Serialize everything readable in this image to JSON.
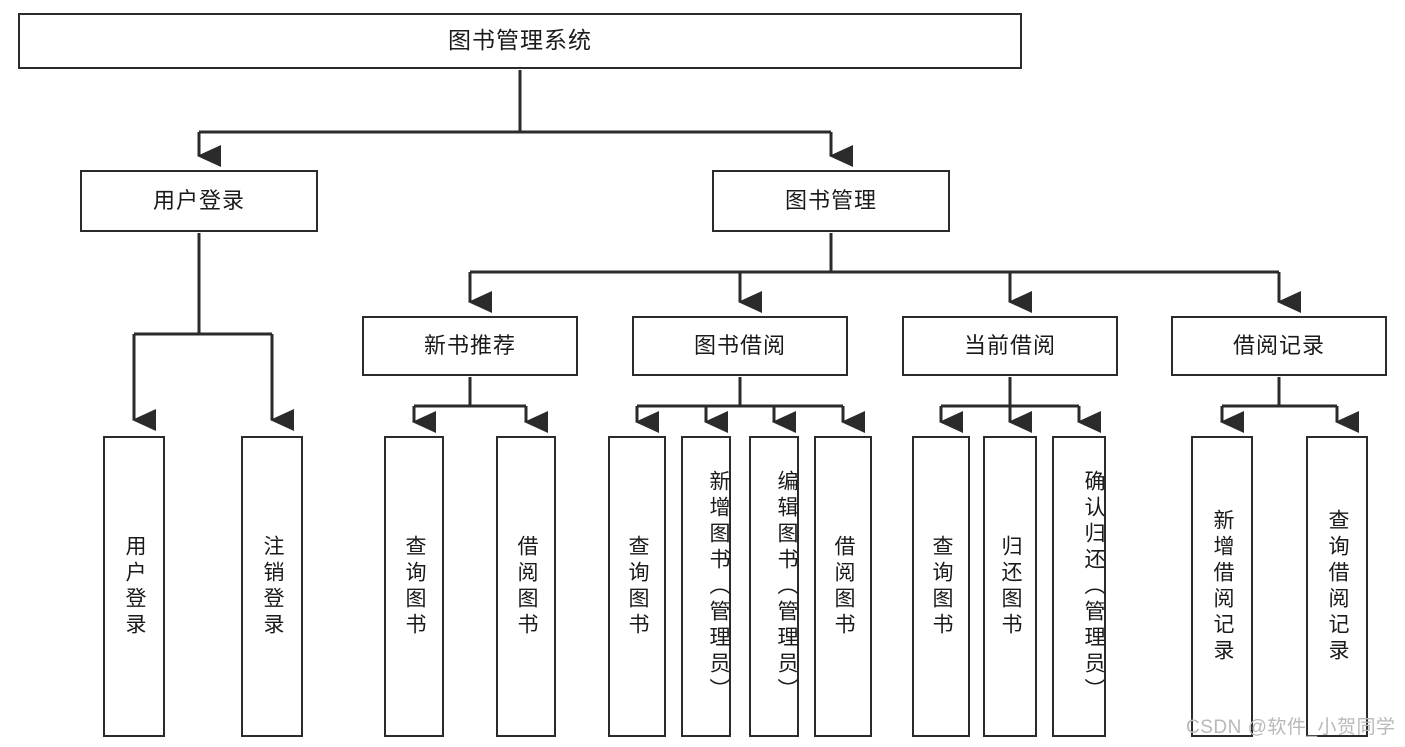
{
  "diagram": {
    "type": "hierarchy-tree",
    "title": "图书管理系统",
    "root": {
      "id": "root",
      "label": "图书管理系统"
    },
    "level2": [
      {
        "id": "user-login",
        "label": "用户登录"
      },
      {
        "id": "book-management",
        "label": "图书管理"
      }
    ],
    "level3": [
      {
        "id": "new-book-recommend",
        "label": "新书推荐",
        "parent": "book-management"
      },
      {
        "id": "book-borrow",
        "label": "图书借阅",
        "parent": "book-management"
      },
      {
        "id": "current-borrow",
        "label": "当前借阅",
        "parent": "book-management"
      },
      {
        "id": "borrow-record",
        "label": "借阅记录",
        "parent": "book-management"
      }
    ],
    "leaves": [
      {
        "id": "leaf-user-login",
        "label": "用户登录",
        "parent": "user-login"
      },
      {
        "id": "leaf-user-logout",
        "label": "注销登录",
        "parent": "user-login"
      },
      {
        "id": "leaf-query-book-1",
        "label": "查询图书",
        "parent": "new-book-recommend"
      },
      {
        "id": "leaf-borrow-book-1",
        "label": "借阅图书",
        "parent": "new-book-recommend"
      },
      {
        "id": "leaf-query-book-2",
        "label": "查询图书",
        "parent": "book-borrow"
      },
      {
        "id": "leaf-add-book",
        "label": "新增图书（管理员）",
        "parent": "book-borrow"
      },
      {
        "id": "leaf-edit-book",
        "label": "编辑图书（管理员）",
        "parent": "book-borrow"
      },
      {
        "id": "leaf-borrow-book-2",
        "label": "借阅图书",
        "parent": "book-borrow"
      },
      {
        "id": "leaf-query-book-3",
        "label": "查询图书",
        "parent": "current-borrow"
      },
      {
        "id": "leaf-return-book",
        "label": "归还图书",
        "parent": "current-borrow"
      },
      {
        "id": "leaf-confirm-return",
        "label": "确认归还（管理员）",
        "parent": "current-borrow"
      },
      {
        "id": "leaf-add-record",
        "label": "新增借阅记录",
        "parent": "borrow-record"
      },
      {
        "id": "leaf-query-record",
        "label": "查询借阅记录",
        "parent": "borrow-record"
      }
    ]
  },
  "watermark": {
    "text": "CSDN @软件_小贺同学"
  },
  "colors": {
    "stroke": "#2b2b2b",
    "background": "#ffffff",
    "text": "#1a1a1a",
    "watermark": "#b9b9b9"
  }
}
